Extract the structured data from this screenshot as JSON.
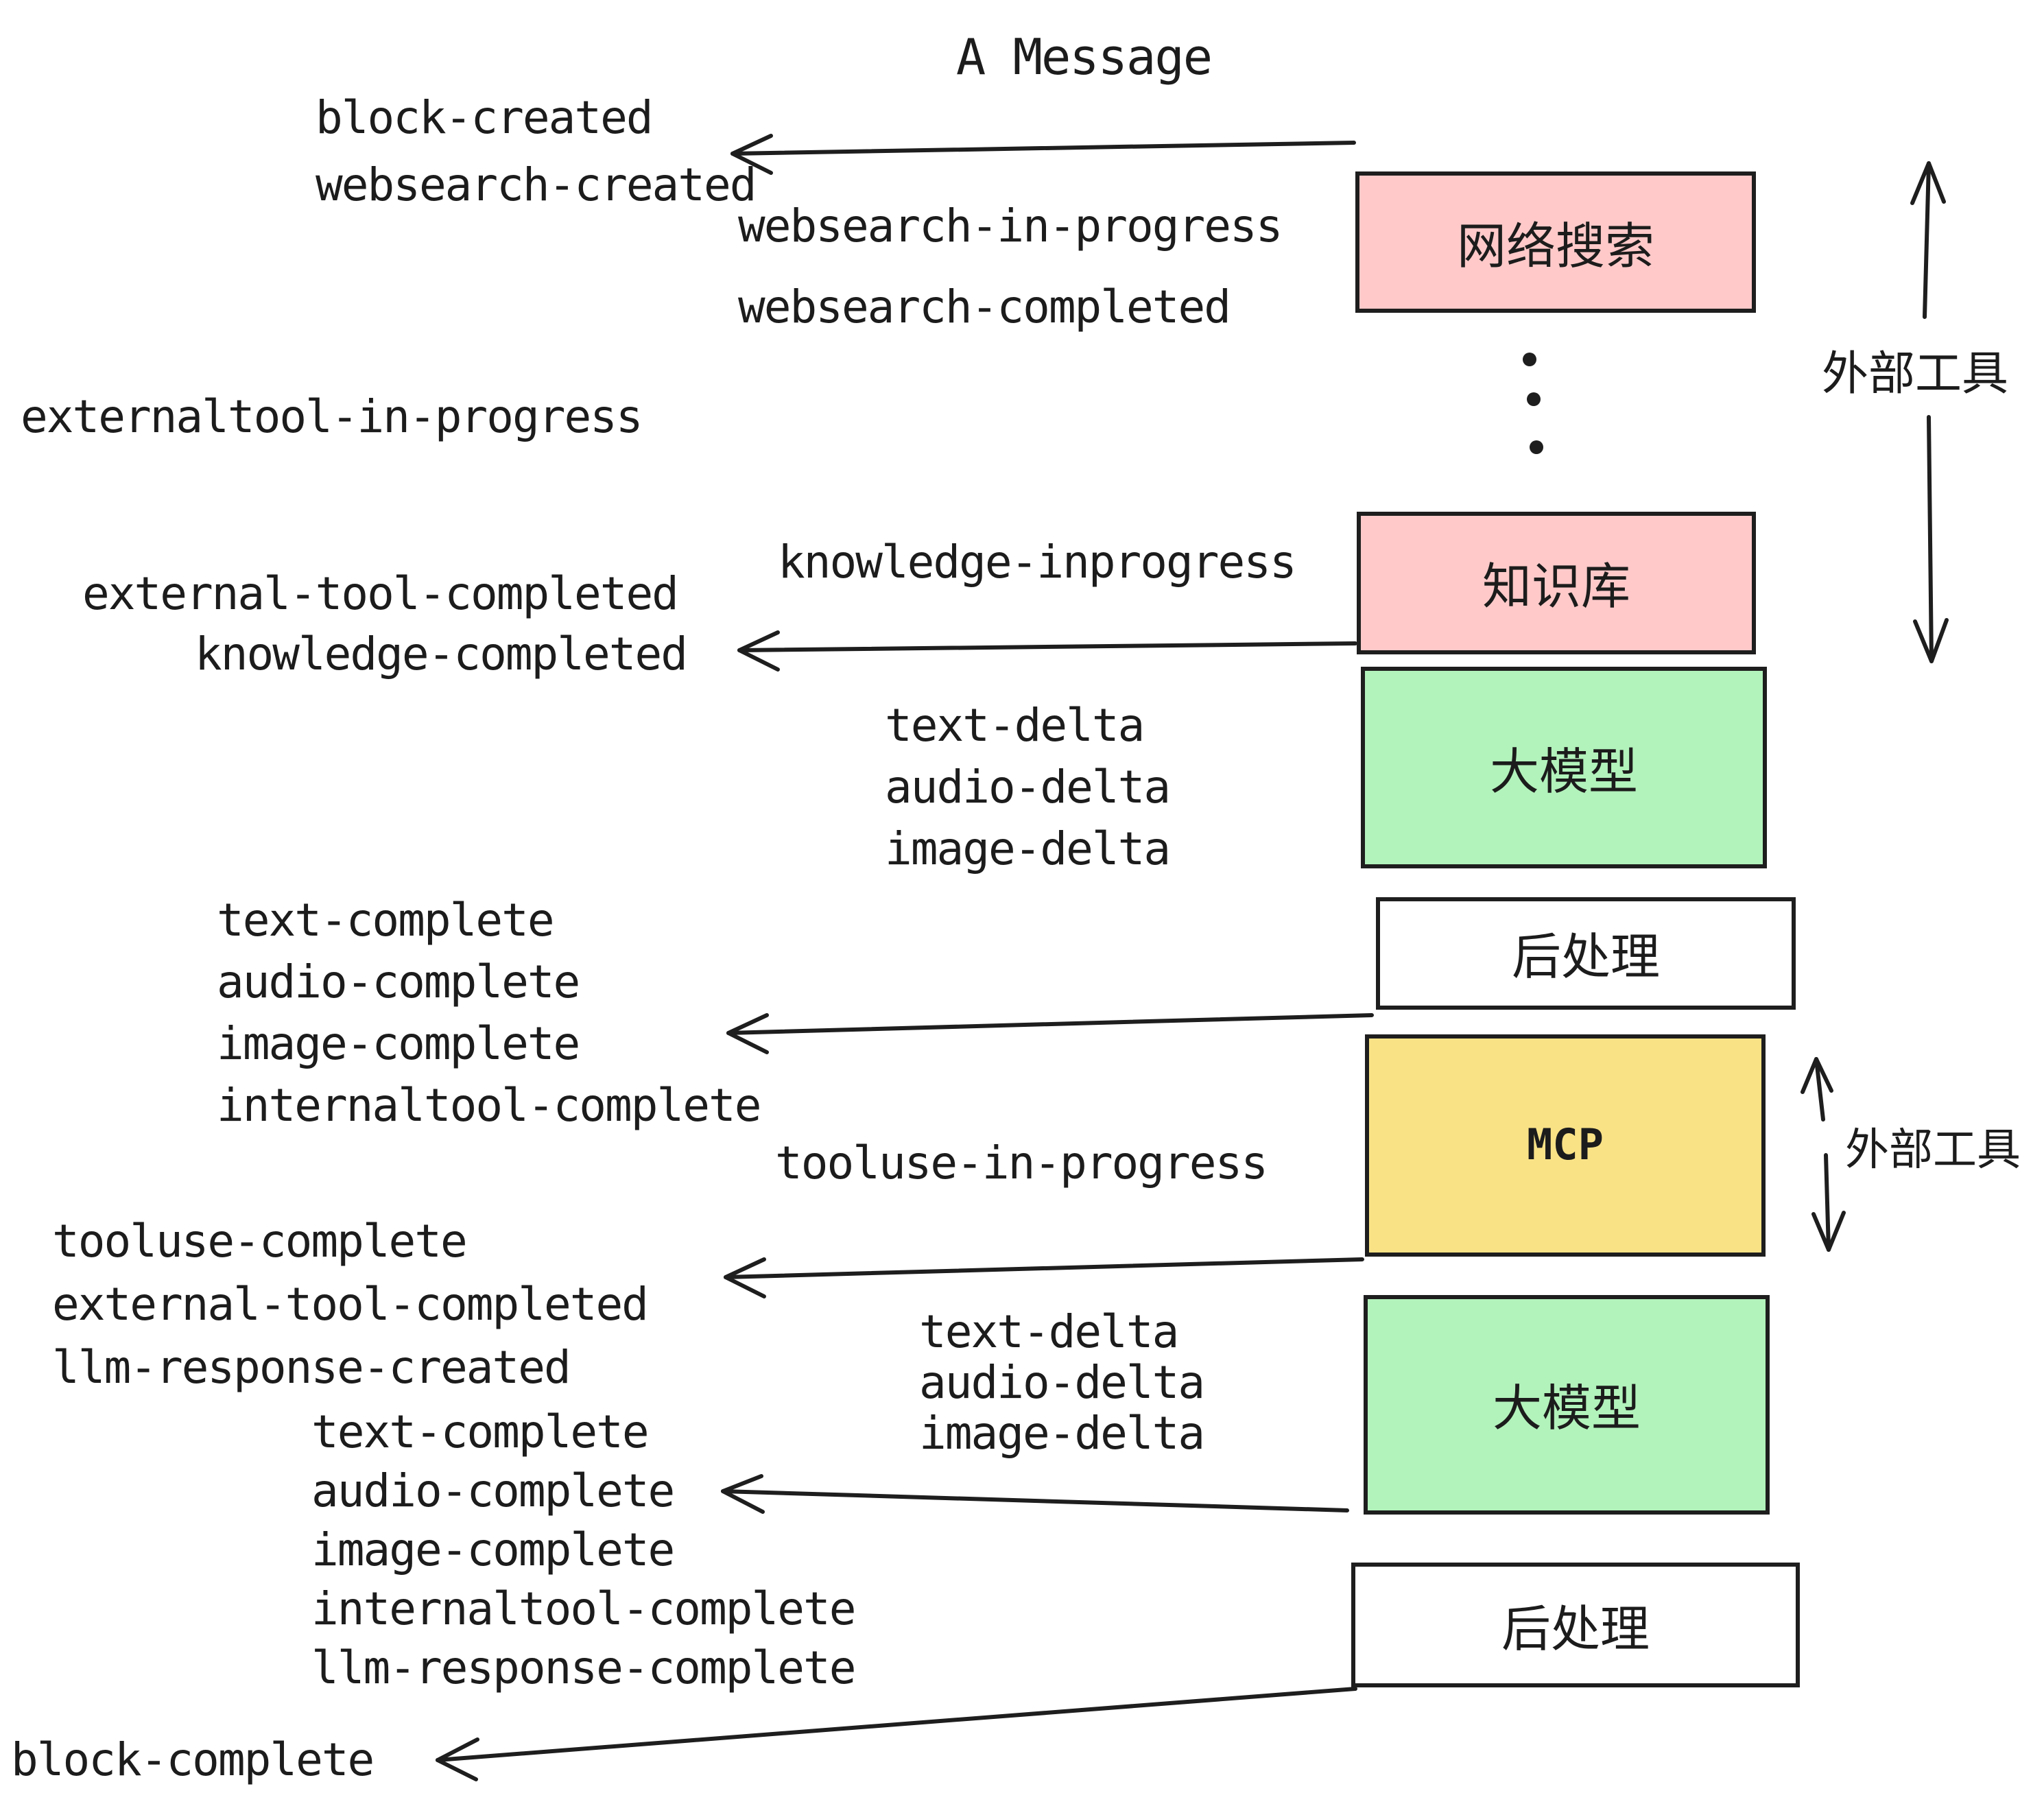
{
  "title": "A Message",
  "colors": {
    "pink": "#FFC9C9",
    "green": "#B2F2BB",
    "yellow": "#F9E286",
    "border": "#1e1e1e",
    "text": "#1c1c1c"
  },
  "boxes": {
    "websearch": "网络搜索",
    "knowledge": "知识库",
    "llm1": "大模型",
    "post1": "后处理",
    "mcp": "MCP",
    "llm2": "大模型",
    "post2": "后处理"
  },
  "side": {
    "external_tool_top": "外部工具",
    "external_tool_bottom": "外部工具"
  },
  "events": {
    "block_created": "block-created",
    "websearch_created": "websearch-created",
    "websearch_in_progress": "websearch-in-progress",
    "websearch_completed": "websearch-completed",
    "externaltool_in_progress": "externaltool-in-progress",
    "knowledge_inprogress": "knowledge-inprogress",
    "external_tool_completed": "external-tool-completed",
    "knowledge_completed": "knowledge-completed",
    "delta_list_1": [
      "text-delta",
      "audio-delta",
      "image-delta"
    ],
    "complete_list_1": [
      "text-complete",
      "audio-complete",
      "image-complete",
      "internaltool-complete"
    ],
    "tooluse_in_progress": "tooluse-in-progress",
    "tool_result_list": [
      "tooluse-complete",
      "external-tool-completed",
      "llm-response-created"
    ],
    "delta_list_2": [
      "text-delta",
      "audio-delta",
      "image-delta"
    ],
    "complete_list_2": [
      "text-complete",
      "audio-complete",
      "image-complete",
      "internaltool-complete",
      "llm-response-complete"
    ],
    "block_complete": "block-complete"
  }
}
